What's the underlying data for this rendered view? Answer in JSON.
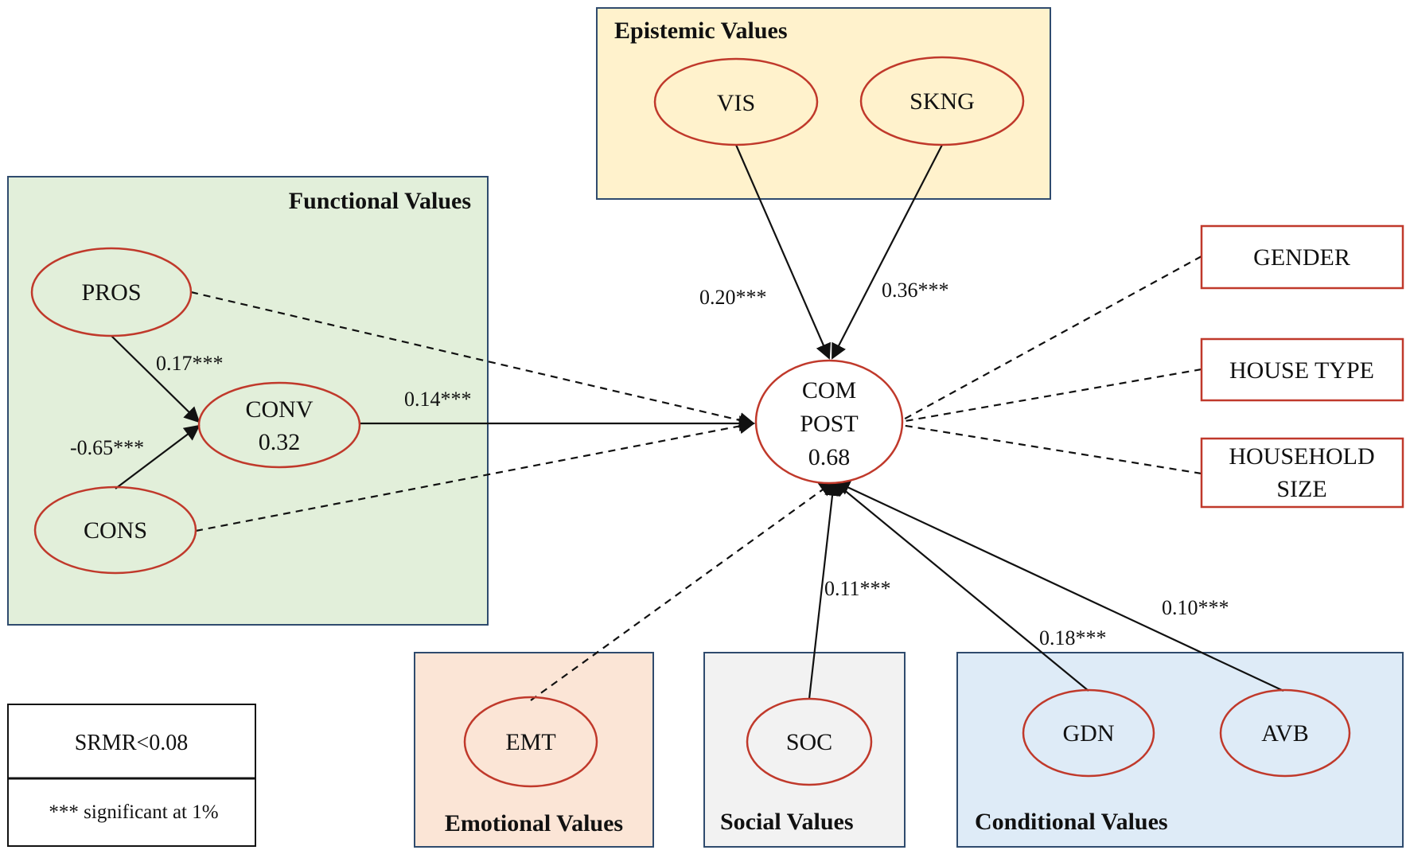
{
  "groups": {
    "epistemic": {
      "title": "Epistemic Values",
      "fill": "#fff2cc"
    },
    "functional": {
      "title": "Functional Values",
      "fill": "#e2efda"
    },
    "emotional": {
      "title": "Emotional Values",
      "fill": "#fbe5d6"
    },
    "social": {
      "title": "Social Values",
      "fill": "#f2f2f2"
    },
    "conditional": {
      "title": "Conditional Values",
      "fill": "#deebf7"
    }
  },
  "nodes": {
    "vis": {
      "label": "VIS"
    },
    "skng": {
      "label": "SKNG"
    },
    "pros": {
      "label": "PROS"
    },
    "conv": {
      "label": "CONV",
      "value": "0.32"
    },
    "cons": {
      "label": "CONS"
    },
    "compost": {
      "line1": "COM",
      "line2": "POST",
      "value": "0.68"
    },
    "emt": {
      "label": "EMT"
    },
    "soc": {
      "label": "SOC"
    },
    "gdn": {
      "label": "GDN"
    },
    "avb": {
      "label": "AVB"
    }
  },
  "controls": {
    "gender": {
      "label": "GENDER"
    },
    "house_type": {
      "label": "HOUSE TYPE"
    },
    "household_size": {
      "line1": "HOUSEHOLD",
      "line2": "SIZE"
    }
  },
  "coefficients": {
    "vis_compost": "0.20***",
    "skng_compost": "0.36***",
    "pros_conv": "0.17***",
    "cons_conv": "-0.65***",
    "conv_compost": "0.14***",
    "soc_compost": "0.11***",
    "gdn_compost": "0.18***",
    "avb_compost": "0.10***"
  },
  "legend": {
    "fit": "SRMR<0.08",
    "note": "*** significant at 1%"
  },
  "colors": {
    "node_border": "#c0392b",
    "group_border": "#2f4b6e",
    "edge": "#111111"
  }
}
